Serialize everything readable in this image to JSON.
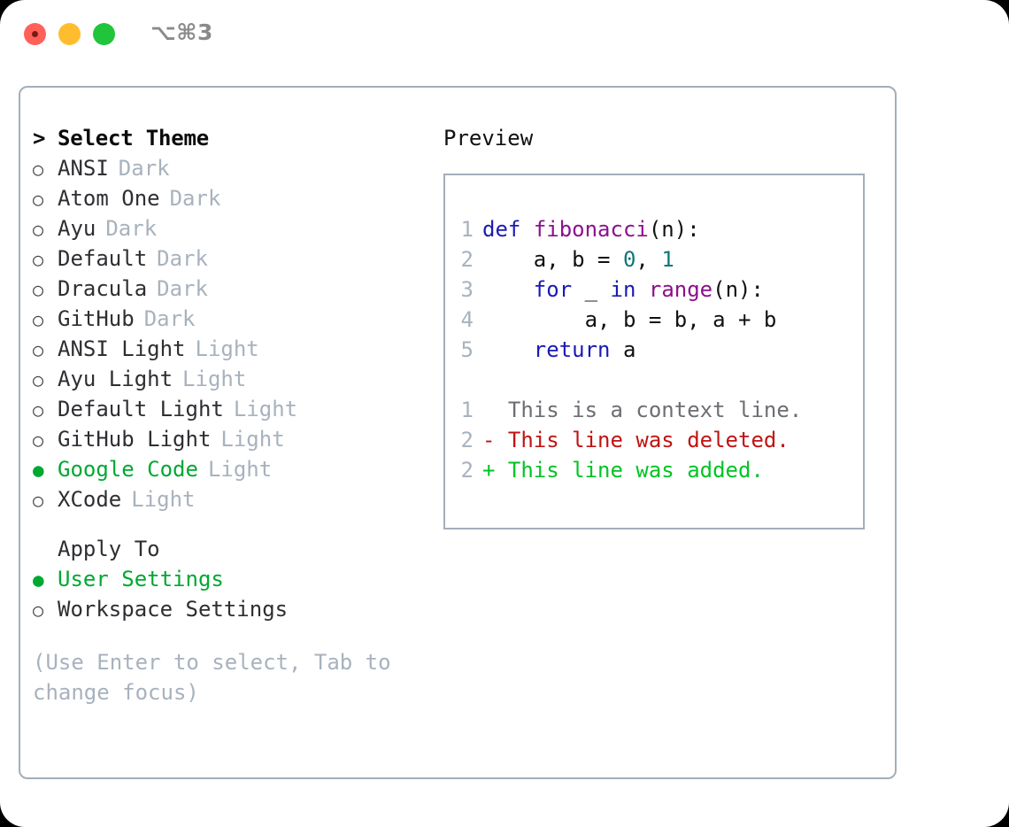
{
  "window": {
    "shortcut_label": "⌥⌘3",
    "traffic_lights": [
      "close",
      "minimize",
      "maximize"
    ]
  },
  "colors": {
    "selected_green": "#00a832",
    "muted": "#a8b2be",
    "border": "#a3aeba",
    "keyword_blue": "#1a1ab4",
    "function_magenta": "#8d0f8d",
    "number_teal": "#117777",
    "diff_delete_red": "#c01414",
    "diff_add_green": "#00c424",
    "diff_context_gray": "#6d6d73"
  },
  "theme_picker": {
    "header": {
      "marker": ">",
      "label": "Select Theme"
    },
    "items": [
      {
        "marker": "○",
        "label": "ANSI",
        "suffix": "Dark",
        "selected": false
      },
      {
        "marker": "○",
        "label": "Atom One",
        "suffix": "Dark",
        "selected": false
      },
      {
        "marker": "○",
        "label": "Ayu",
        "suffix": "Dark",
        "selected": false
      },
      {
        "marker": "○",
        "label": "Default",
        "suffix": "Dark",
        "selected": false
      },
      {
        "marker": "○",
        "label": "Dracula",
        "suffix": "Dark",
        "selected": false
      },
      {
        "marker": "○",
        "label": "GitHub",
        "suffix": "Dark",
        "selected": false
      },
      {
        "marker": "○",
        "label": "ANSI Light",
        "suffix": "Light",
        "selected": false
      },
      {
        "marker": "○",
        "label": "Ayu Light",
        "suffix": "Light",
        "selected": false
      },
      {
        "marker": "○",
        "label": "Default Light",
        "suffix": "Light",
        "selected": false
      },
      {
        "marker": "○",
        "label": "GitHub Light",
        "suffix": "Light",
        "selected": false
      },
      {
        "marker": "●",
        "label": "Google Code",
        "suffix": "Light",
        "selected": true
      },
      {
        "marker": "○",
        "label": "XCode",
        "suffix": "Light",
        "selected": false
      }
    ]
  },
  "apply_to": {
    "header": {
      "marker": "",
      "label": "Apply To"
    },
    "items": [
      {
        "marker": "●",
        "label": "User Settings",
        "selected": true
      },
      {
        "marker": "○",
        "label": "Workspace Settings",
        "selected": false
      }
    ]
  },
  "hint": {
    "line1": "(Use Enter to select, Tab to",
    "line2": "change focus)"
  },
  "preview": {
    "title": "Preview",
    "code_lines": [
      {
        "no": "1",
        "tokens": [
          {
            "t": "def",
            "c": "kw"
          },
          {
            "t": " ",
            "c": "plain"
          },
          {
            "t": "fibonacci",
            "c": "fn"
          },
          {
            "t": "(n):",
            "c": "plain"
          }
        ]
      },
      {
        "no": "2",
        "tokens": [
          {
            "t": "    a, b = ",
            "c": "plain"
          },
          {
            "t": "0",
            "c": "num"
          },
          {
            "t": ", ",
            "c": "plain"
          },
          {
            "t": "1",
            "c": "num"
          }
        ]
      },
      {
        "no": "3",
        "tokens": [
          {
            "t": "    ",
            "c": "plain"
          },
          {
            "t": "for",
            "c": "kw"
          },
          {
            "t": " _ ",
            "c": "plain"
          },
          {
            "t": "in",
            "c": "kw"
          },
          {
            "t": " ",
            "c": "plain"
          },
          {
            "t": "range",
            "c": "fn"
          },
          {
            "t": "(n):",
            "c": "plain"
          }
        ]
      },
      {
        "no": "4",
        "tokens": [
          {
            "t": "        a, b = b, a + b",
            "c": "plain"
          }
        ]
      },
      {
        "no": "5",
        "tokens": [
          {
            "t": "    ",
            "c": "plain"
          },
          {
            "t": "return",
            "c": "kw"
          },
          {
            "t": " a",
            "c": "plain"
          }
        ]
      }
    ],
    "diff_lines": [
      {
        "no": "1",
        "sign": " ",
        "text": "This is a context line.",
        "kind": "context"
      },
      {
        "no": "2",
        "sign": "-",
        "text": "This line was deleted.",
        "kind": "delete"
      },
      {
        "no": "2",
        "sign": "+",
        "text": "This line was added.",
        "kind": "add"
      }
    ]
  }
}
